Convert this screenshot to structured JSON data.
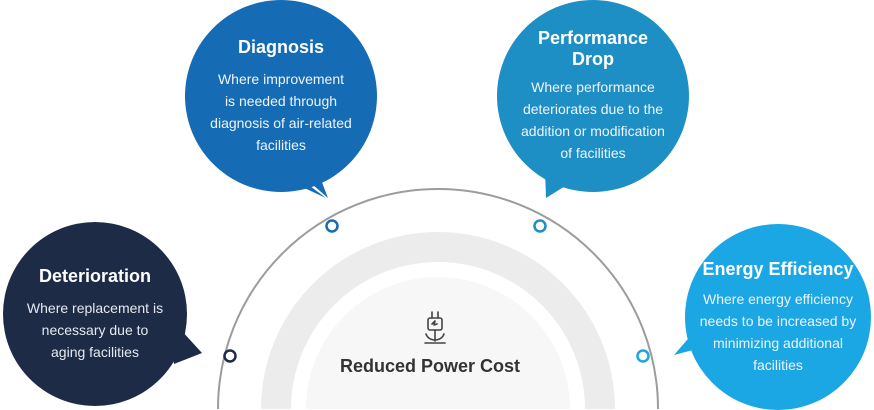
{
  "center": {
    "label": "Reduced Power Cost",
    "icon": "plug-icon"
  },
  "bubbles": {
    "deterioration": {
      "title": "Deterioration",
      "lines": [
        "Where replacement is",
        "necessary due to",
        "aging facilities"
      ],
      "color": "#1d2b46"
    },
    "diagnosis": {
      "title": "Diagnosis",
      "lines": [
        "Where improvement",
        "is needed through",
        "diagnosis of air-related",
        "facilities"
      ],
      "color": "#166cb4"
    },
    "performance": {
      "title_lines": [
        "Performance",
        "Drop"
      ],
      "lines": [
        "Where performance",
        "deteriorates due to the",
        "addition or modification",
        "of facilities"
      ],
      "color": "#1e8fc4"
    },
    "energy": {
      "title": "Energy Efficiency",
      "lines": [
        "Where energy efficiency",
        "needs to be increased by",
        "minimizing additional",
        "facilities"
      ],
      "color": "#1ba6e4"
    }
  }
}
